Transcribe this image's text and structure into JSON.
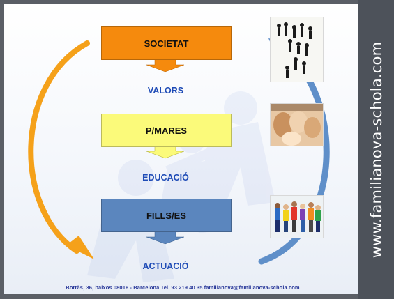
{
  "slide": {
    "boxes": [
      {
        "label": "SOCIETAT",
        "color": "#f58a0d"
      },
      {
        "label": "P/MARES",
        "color": "#fbfa7a"
      },
      {
        "label": "FILLS/ES",
        "color": "#5b86be"
      }
    ],
    "labels": [
      {
        "text": "VALORS"
      },
      {
        "text": "EDUCACIÓ"
      },
      {
        "text": "ACTUACIÓ"
      }
    ],
    "sidebar_text": "www.familianova-schola.com",
    "footer": "Borràs, 36, baixos    08016 - Barcelona    Tel. 93 219 40 35    familianova@familianova-schola.com",
    "accent_colors": {
      "orange_arrow": "#f5a11a",
      "blue_arrow": "#5f8fc9",
      "text_blue": "#1e4bb6"
    },
    "photos": [
      {
        "subject": "crowd-of-people"
      },
      {
        "subject": "family-faces"
      },
      {
        "subject": "children-group"
      }
    ]
  }
}
